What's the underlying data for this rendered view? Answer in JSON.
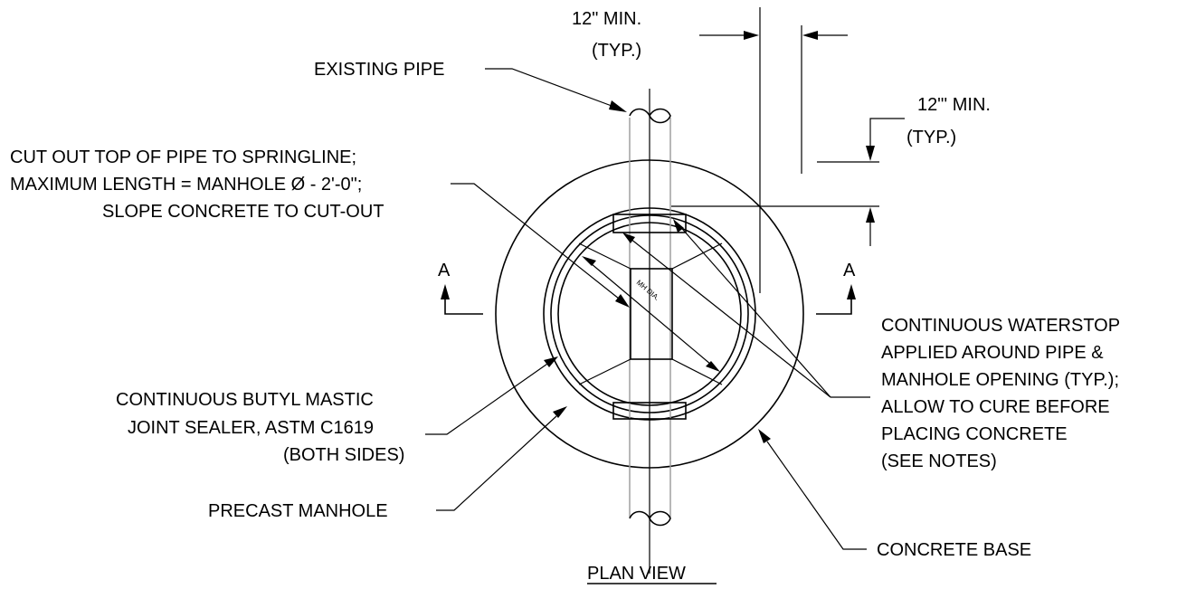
{
  "dimensions": {
    "top_left": [
      "12\" MIN.",
      "(TYP.)"
    ],
    "right": [
      "12\"' MIN.",
      "(TYP.)"
    ]
  },
  "labels": {
    "existing_pipe": "EXISTING PIPE",
    "cut_out": [
      "CUT OUT TOP OF PIPE TO SPRINGLINE;",
      "MAXIMUM LENGTH = MANHOLE Ø - 2'-0\";",
      "SLOPE CONCRETE TO CUT-OUT"
    ],
    "waterstop": [
      "CONTINUOUS WATERSTOP",
      "APPLIED AROUND PIPE &",
      "MANHOLE OPENING (TYP.);",
      "ALLOW TO CURE BEFORE",
      "PLACING CONCRETE",
      "(SEE NOTES)"
    ],
    "butyl": [
      "CONTINUOUS BUTYL MASTIC",
      "JOINT SEALER, ASTM C1619",
      "(BOTH SIDES)"
    ],
    "precast": "PRECAST MANHOLE",
    "concrete_base": "CONCRETE BASE",
    "section_left": "A",
    "section_right": "A",
    "mh_dia": "MH DIA.",
    "title": "PLAN VIEW"
  }
}
